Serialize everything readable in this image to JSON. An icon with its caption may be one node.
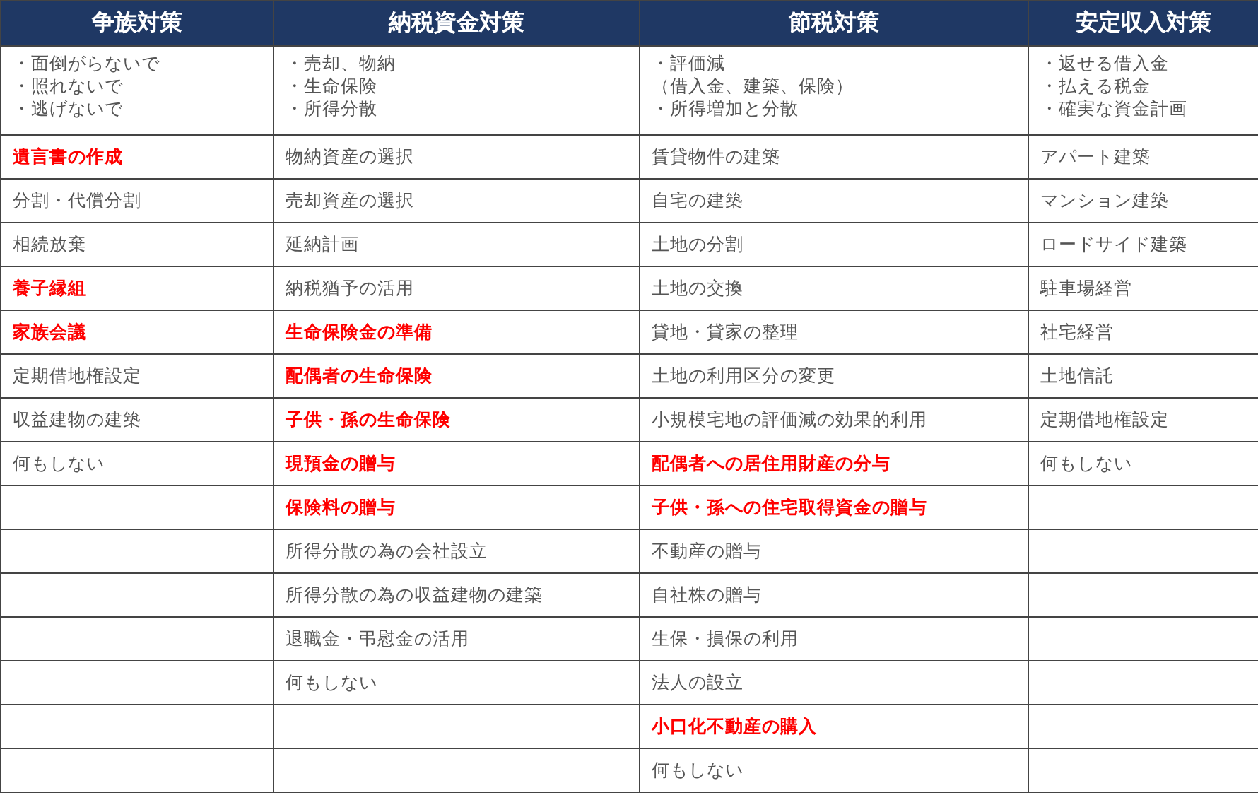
{
  "diagram": {
    "labels": [
      "争族対策",
      "納税資金対策",
      "節税対策",
      "安定収入対策",
      "・面倒がらないで",
      "・照れないで",
      "・逃げないで",
      "・売却、物納",
      "・生命保険",
      "・所得分散",
      "・評価減",
      "（借入金、建築、保険）",
      "・所得増加と分散",
      "・返せる借入金",
      "・払える税金",
      "・確実な資金計画",
      "**遺言書の作成**",
      "物納資産の選択",
      "賃貸物件の建築",
      "アパート建築",
      "分割・代償分割",
      "売却資産の選択",
      "自宅の建築",
      "マンション建築",
      "相続放棄",
      "延納計画",
      "土地の分割",
      "ロードサイド建築",
      "**養子縁組**",
      "納税猶予の活用",
      "土地の交換",
      "駐車場経営",
      "**家族会議**",
      "**生命保険金の準備**",
      "貸地・貸家の整理",
      "社宅経営",
      "定期借地権設定",
      "**配偶者の生命保険**",
      "土地の利用区分の変更",
      "土地信託",
      "収益建物の建築",
      "**子供・孫の生命保険**",
      "小規模宅地の評価減の効果的利用",
      "定期借地権設定",
      "何もしない",
      "**現預金の贈与**",
      "**配偶者への居住用財産の分与**",
      "何もしない",
      "**保険料の贈与**",
      "**子供・孫への住宅取得資金の贈与**",
      "所得分散の為の会社設立",
      "不動産の贈与",
      "所得分散の為の収益建物の建築",
      "自社株の贈与",
      "退職金・弔慰金の活用",
      "生保・損保の利用",
      "何もしない",
      "法人の設立",
      "**小口化不動産の購入**",
      "何もしない"
    ]
  }
}
